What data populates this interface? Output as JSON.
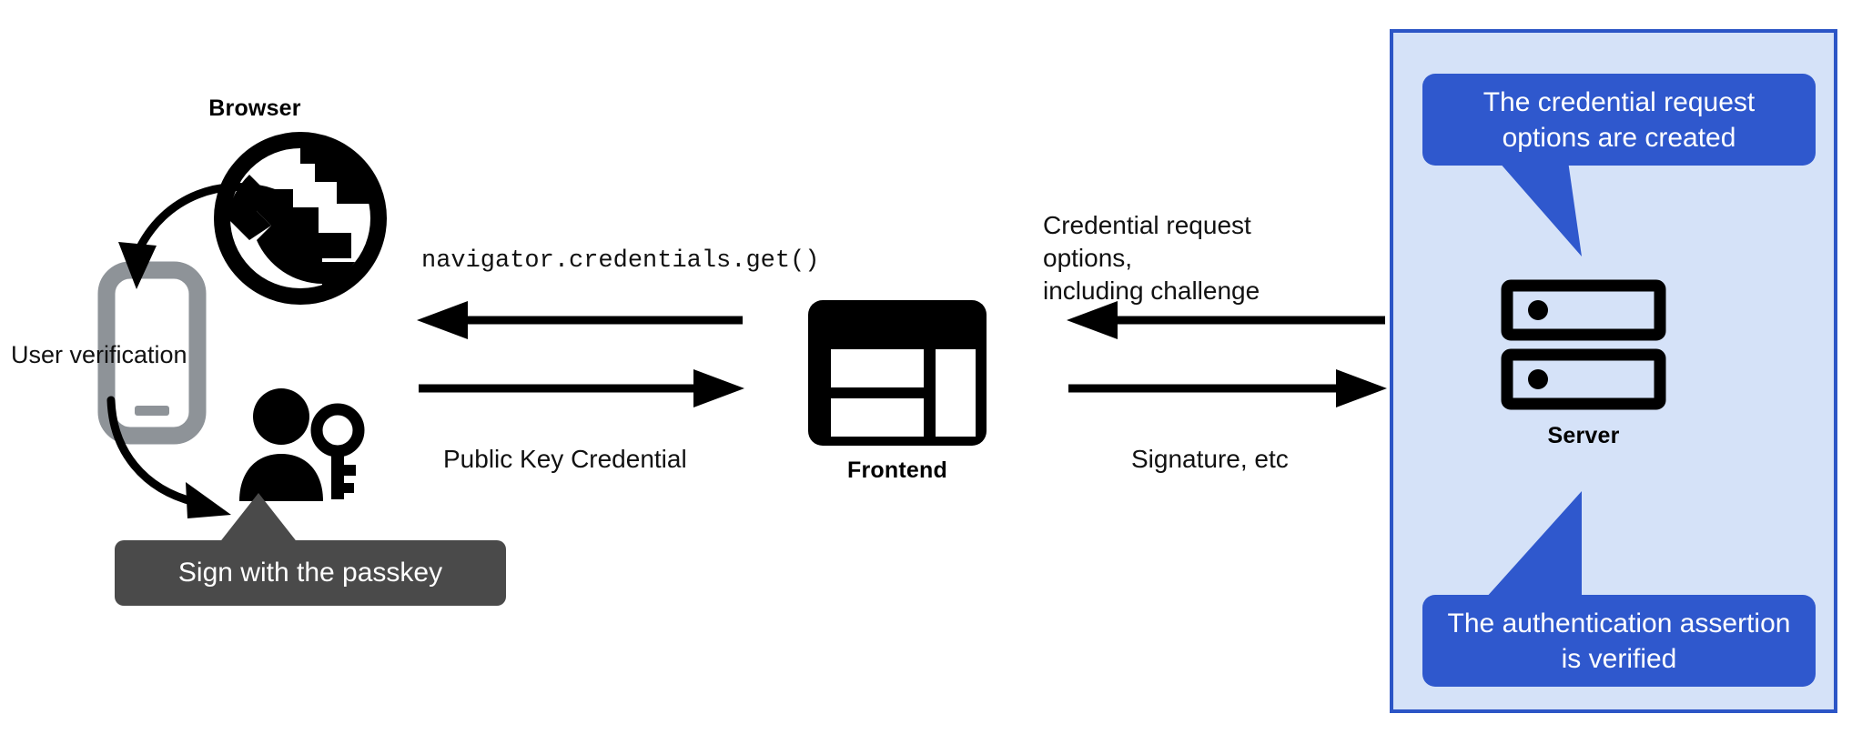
{
  "diagram": {
    "title": "WebAuthn passkey authentication flow",
    "colors": {
      "panel_fill": "#d5e2f8",
      "panel_border": "#2c55c6",
      "callout_blue": "#2f58cd",
      "tooltip_gray": "#4a4a4a",
      "phone_gray": "#8e9398",
      "icon_black": "#000000",
      "background": "#ffffff"
    }
  },
  "browser": {
    "label": "Browser",
    "icon": "globe-icon"
  },
  "phone": {
    "icon": "smartphone-icon",
    "label": "User verification"
  },
  "user": {
    "icon": "person-with-key-icon",
    "tooltip": "Sign with the passkey"
  },
  "frontend": {
    "label": "Frontend",
    "icon": "web-layout-icon"
  },
  "server": {
    "label": "Server",
    "icon": "server-racks-icon",
    "callout_top": "The credential request options are created",
    "callout_bottom": "The authentication assertion is verified"
  },
  "flows": {
    "browser_to_frontend_top": "navigator.credentials.get()",
    "browser_to_frontend_bottom": "Public Key Credential",
    "frontend_to_server_top_line1": "Credential request options,",
    "frontend_to_server_top_line2": "including challenge",
    "frontend_to_server_bottom": "Signature, etc"
  }
}
